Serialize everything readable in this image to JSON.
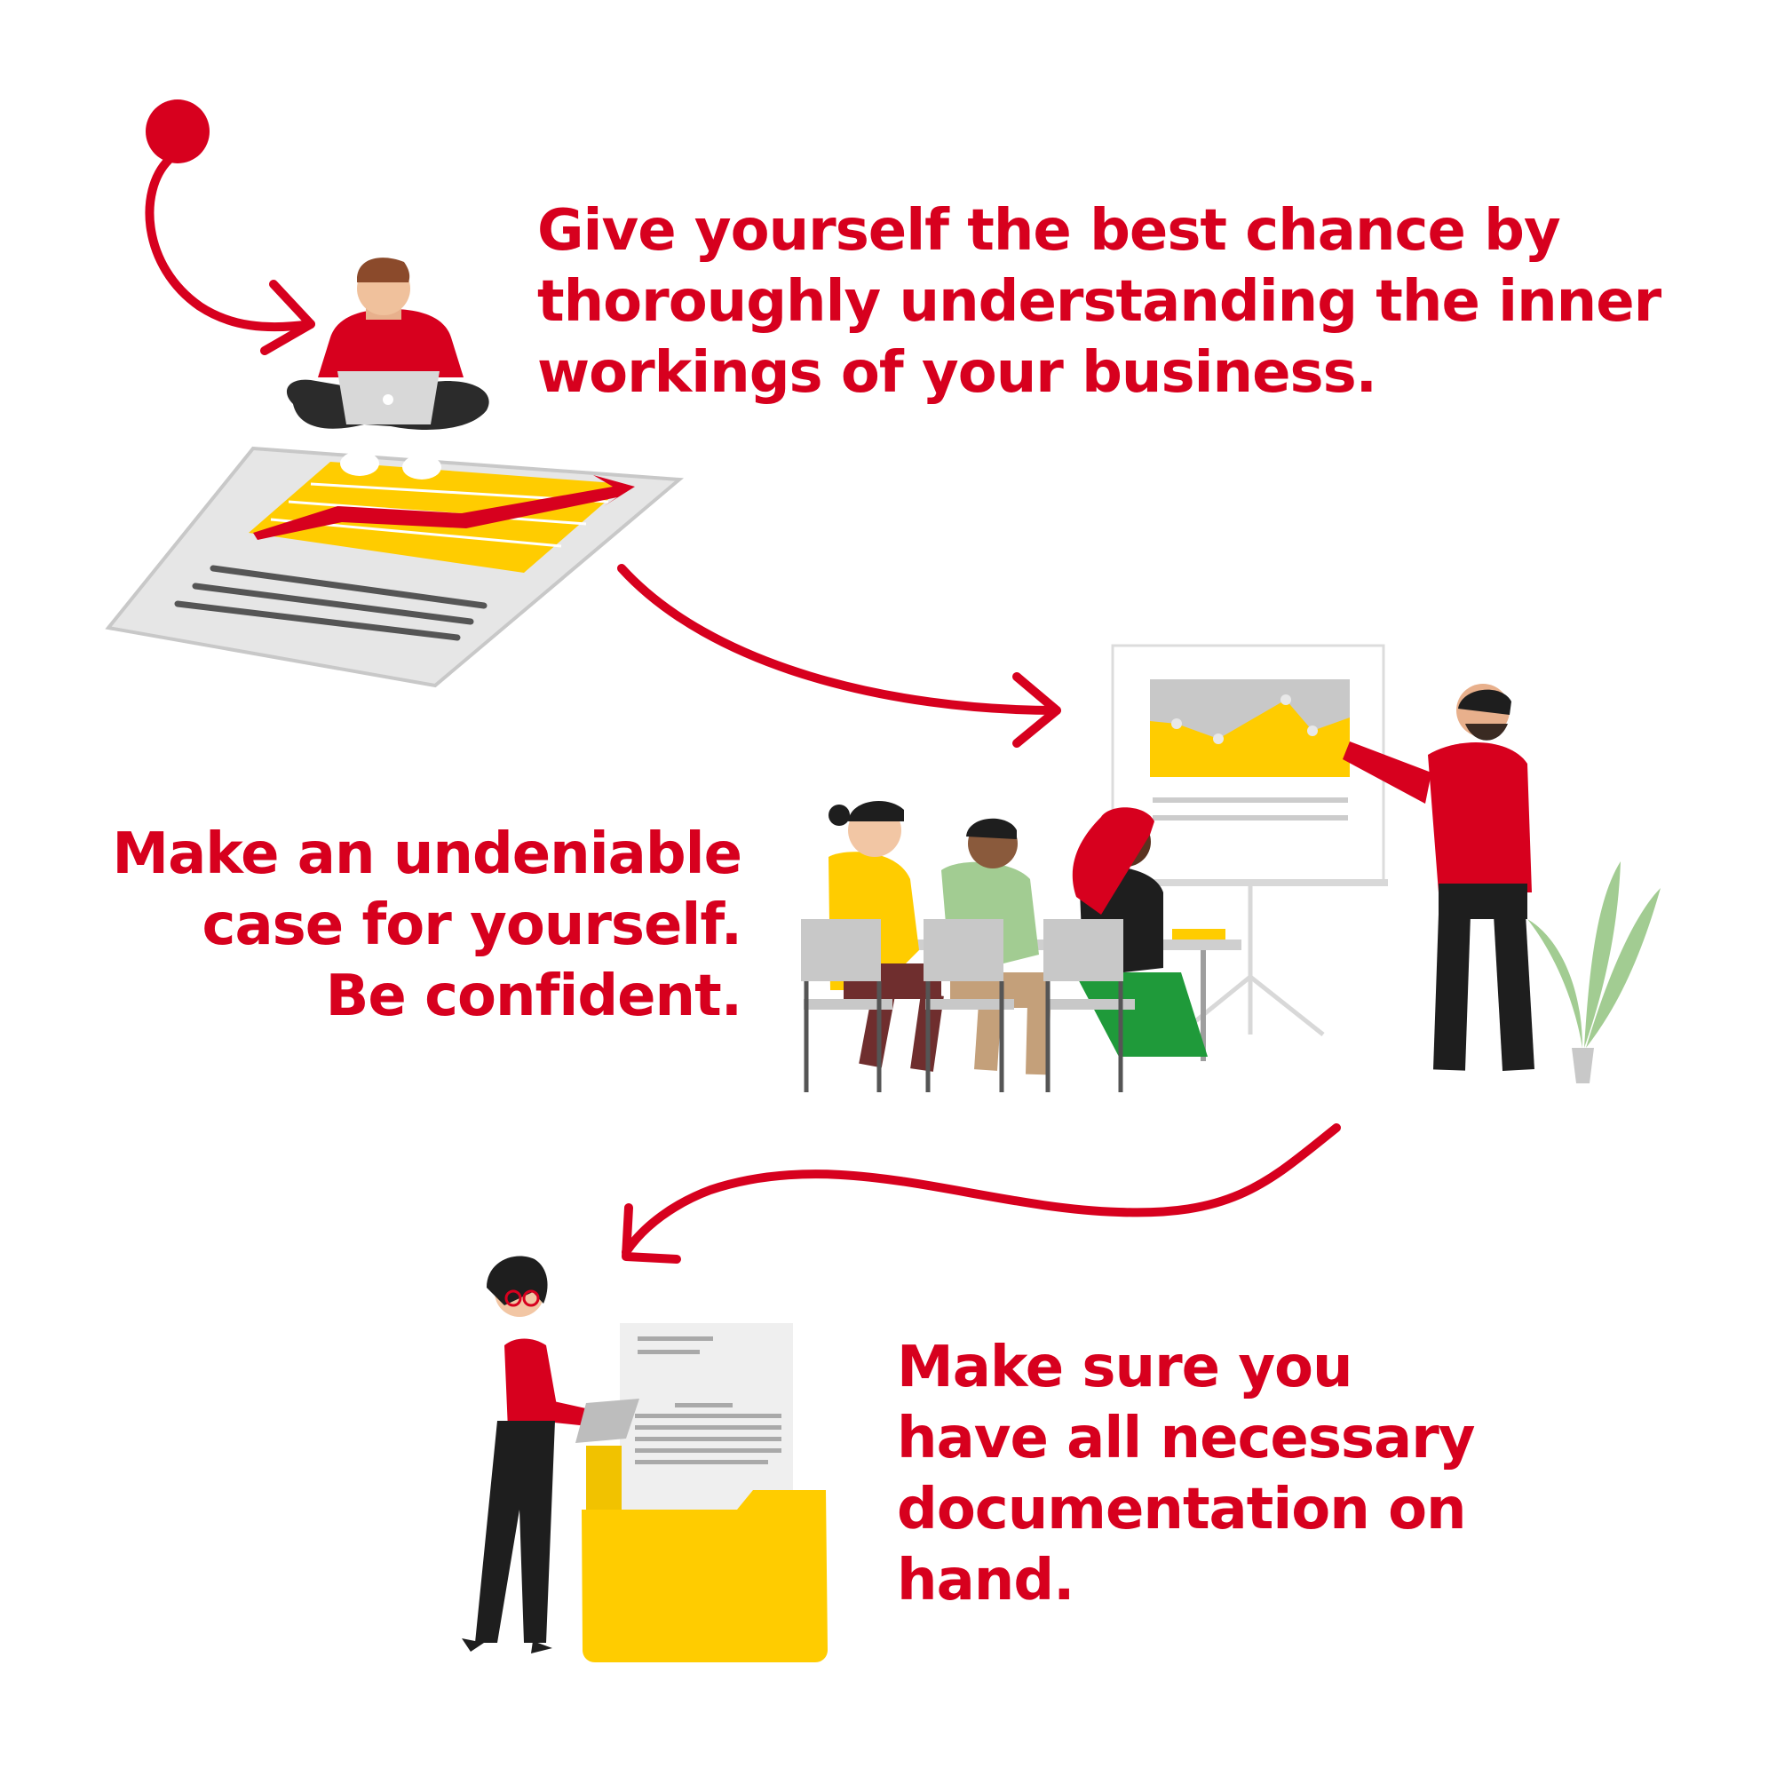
{
  "colors": {
    "accent_red": "#d7001e",
    "yellow": "#ffcc00",
    "gray": "#c8c8c8",
    "dark": "#1e1e1e",
    "plant_green": "#a2cc92"
  },
  "steps": [
    {
      "lines": [
        "Give yourself the best chance by",
        "thoroughly understanding the inner",
        "workings of your business."
      ],
      "illustration": "person-on-chart-icon"
    },
    {
      "lines": [
        "Make an undeniable",
        "case for yourself.",
        "Be confident."
      ],
      "illustration": "presentation-meeting-icon"
    },
    {
      "lines": [
        "Make sure you",
        "have all necessary",
        "documentation on",
        "hand."
      ],
      "illustration": "documents-folder-icon"
    }
  ]
}
